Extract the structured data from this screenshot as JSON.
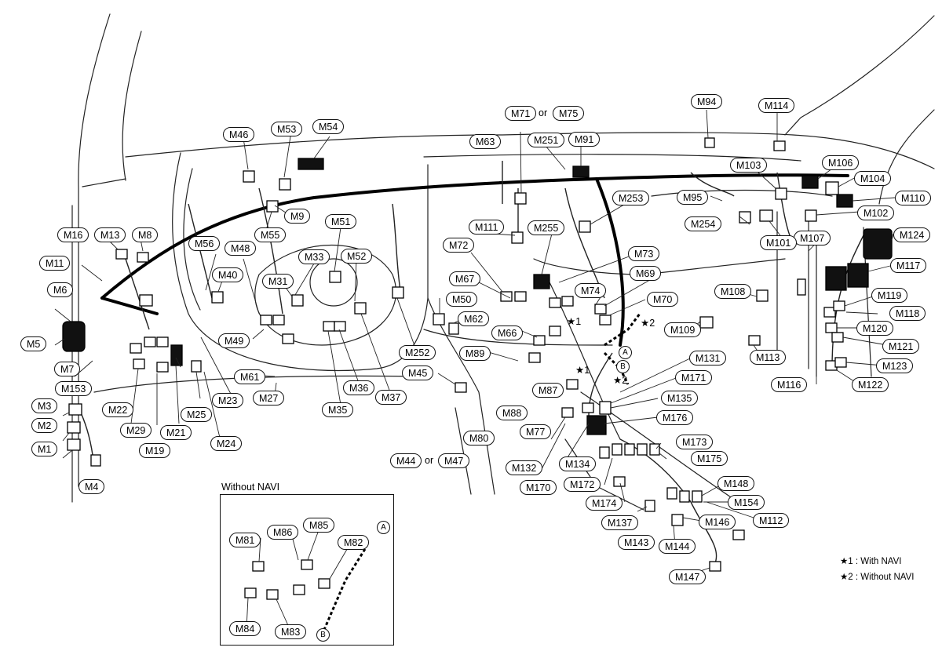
{
  "labels": {
    "M1": "M1",
    "M2": "M2",
    "M3": "M3",
    "M4": "M4",
    "M5": "M5",
    "M6": "M6",
    "M7": "M7",
    "M8": "M8",
    "M9": "M9",
    "M11": "M11",
    "M13": "M13",
    "M16": "M16",
    "M19": "M19",
    "M21": "M21",
    "M22": "M22",
    "M23": "M23",
    "M24": "M24",
    "M25": "M25",
    "M27": "M27",
    "M29": "M29",
    "M31": "M31",
    "M33": "M33",
    "M35": "M35",
    "M36": "M36",
    "M37": "M37",
    "M40": "M40",
    "M44": "M44",
    "M45": "M45",
    "M46": "M46",
    "M47": "M47",
    "M48": "M48",
    "M49": "M49",
    "M50": "M50",
    "M51": "M51",
    "M52": "M52",
    "M53": "M53",
    "M54": "M54",
    "M55": "M55",
    "M56": "M56",
    "M61": "M61",
    "M62": "M62",
    "M63": "M63",
    "M66": "M66",
    "M67": "M67",
    "M69": "M69",
    "M70": "M70",
    "M71": "M71",
    "M72": "M72",
    "M73": "M73",
    "M74": "M74",
    "M75": "M75",
    "M77": "M77",
    "M80": "M80",
    "M87": "M87",
    "M88": "M88",
    "M89": "M89",
    "M91": "M91",
    "M94": "M94",
    "M95": "M95",
    "M101": "M101",
    "M102": "M102",
    "M103": "M103",
    "M104": "M104",
    "M106": "M106",
    "M107": "M107",
    "M108": "M108",
    "M109": "M109",
    "M110": "M110",
    "M111": "M111",
    "M112": "M112",
    "M113": "M113",
    "M114": "M114",
    "M116": "M116",
    "M117": "M117",
    "M118": "M118",
    "M119": "M119",
    "M120": "M120",
    "M121": "M121",
    "M122": "M122",
    "M123": "M123",
    "M124": "M124",
    "M131": "M131",
    "M132": "M132",
    "M134": "M134",
    "M135": "M135",
    "M137": "M137",
    "M143": "M143",
    "M144": "M144",
    "M146": "M146",
    "M147": "M147",
    "M148": "M148",
    "M153": "M153",
    "M154": "M154",
    "M170": "M170",
    "M171": "M171",
    "M172": "M172",
    "M173": "M173",
    "M174": "M174",
    "M175": "M175",
    "M176": "M176",
    "M251": "M251",
    "M252": "M252",
    "M253": "M253",
    "M254": "M254",
    "M255": "M255",
    "M81": "M81",
    "M82": "M82",
    "M83": "M83",
    "M84": "M84",
    "M85": "M85",
    "M86": "M86"
  },
  "or_text": "or",
  "stars": {
    "star1": "★1",
    "star2": "★2"
  },
  "junctions": {
    "a": "A",
    "b": "B"
  },
  "inset": {
    "title": "Without NAVI"
  },
  "legend": {
    "with_navi": "★1 : With NAVI",
    "without_navi": "★2 : Without NAVI"
  }
}
